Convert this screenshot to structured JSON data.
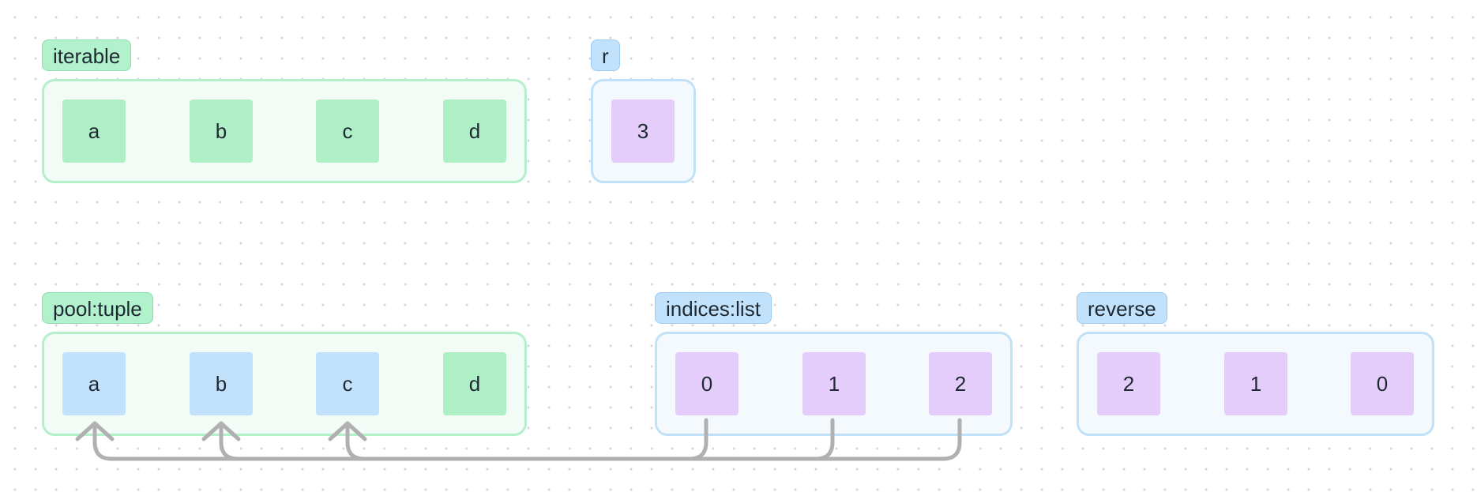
{
  "iterable": {
    "label": "iterable",
    "cells": [
      "a",
      "b",
      "c",
      "d"
    ]
  },
  "r": {
    "label": "r",
    "cells": [
      "3"
    ]
  },
  "pool": {
    "label": "pool:tuple",
    "cells": [
      "a",
      "b",
      "c",
      "d"
    ]
  },
  "indices": {
    "label": "indices:list",
    "cells": [
      "0",
      "1",
      "2"
    ]
  },
  "reverse": {
    "label": "reverse",
    "cells": [
      "2",
      "1",
      "0"
    ]
  },
  "colors": {
    "green_cell": "#aeefc6",
    "blue_cell": "#c2e2fb",
    "purple_cell": "#e4cdfb",
    "arrow": "#b0b0b0"
  }
}
